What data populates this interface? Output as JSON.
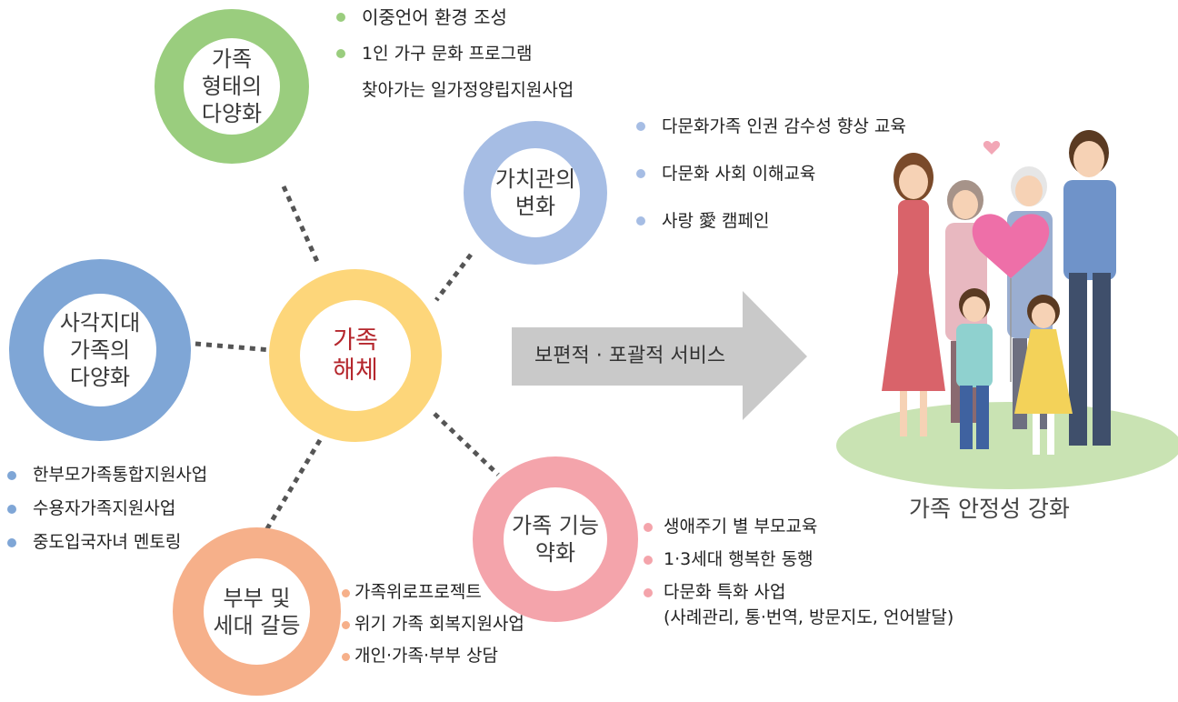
{
  "center": {
    "label": "가족\n해체",
    "color": "#fdd67a",
    "text_color": "#b5272d"
  },
  "nodes": {
    "diversity_form": {
      "label": "가족\n형태의\n다양화",
      "color": "#9acd7e"
    },
    "value_change": {
      "label": "가치관의\n변화",
      "color": "#a6bde4"
    },
    "blind_spot": {
      "label": "사각지대\n가족의\n다양화",
      "color": "#7fa6d6"
    },
    "couple_conflict": {
      "label": "부부 및\n세대 갈등",
      "color": "#f6b08a"
    },
    "function_weak": {
      "label": "가족 기능\n약화",
      "color": "#f4a4ab"
    }
  },
  "lists": {
    "diversity_form": [
      "이중언어 환경 조성",
      "1인 가구 문화 프로그램"
    ],
    "diversity_form_extra": "찾아가는 일가정양립지원사업",
    "value_change": [
      "다문화가족 인권 감수성 향상 교육",
      "다문화 사회 이해교육",
      "사랑 愛 캠페인"
    ],
    "blind_spot": [
      "한부모가족통합지원사업",
      "수용자가족지원사업",
      "중도입국자녀 멘토링"
    ],
    "couple_conflict": [
      "가족위로프로젝트",
      "위기 가족 회복지원사업",
      "개인·가족·부부 상담"
    ],
    "function_weak": [
      "생애주기 별 부모교육",
      "1·3세대 행복한 동행",
      "다문화 특화 사업"
    ],
    "function_weak_extra": "(사례관리, 통·번역, 방문지도, 언어발달)"
  },
  "arrow": {
    "label": "보편적 · 포괄적 서비스",
    "color": "#c9c9c9"
  },
  "result": {
    "label": "가족 안정성 강화"
  },
  "colors": {
    "connector": "#555555",
    "grass": "#c9e3b3"
  }
}
